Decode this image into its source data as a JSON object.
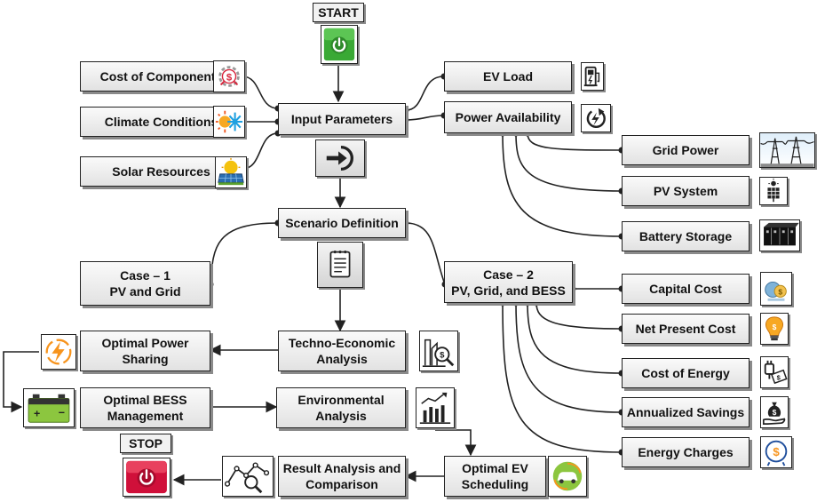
{
  "start": {
    "label": "START"
  },
  "stop": {
    "label": "STOP"
  },
  "nodes": {
    "cost_of_components": "Cost of Components",
    "climate_conditions": "Climate Conditions",
    "solar_resources": "Solar Resources",
    "input_parameters": "Input Parameters",
    "ev_load": "EV Load",
    "power_availability": "Power Availability",
    "grid_power": "Grid Power",
    "pv_system": "PV System",
    "battery_storage": "Battery Storage",
    "scenario_definition": "Scenario Definition",
    "case1": "Case – 1\nPV and Grid",
    "case2": "Case – 2\nPV, Grid, and BESS",
    "capital_cost": "Capital Cost",
    "net_present_cost": "Net Present Cost",
    "cost_of_energy": "Cost of Energy",
    "annualized_savings": "Annualized Savings",
    "energy_charges": "Energy Charges",
    "techno_economic": "Techno-Economic\nAnalysis",
    "optimal_power_sharing": "Optimal Power\nSharing",
    "optimal_bess": "Optimal BESS\nManagement",
    "environmental": "Environmental\nAnalysis",
    "optimal_ev": "Optimal EV\nScheduling",
    "result_analysis": "Result Analysis and\nComparison"
  },
  "icons": {
    "start": "power-on-icon",
    "stop": "power-off-icon",
    "cost_of_components": "gear-dollar-icon",
    "climate_conditions": "sun-snowflake-icon",
    "solar_resources": "solar-panel-icon",
    "ev_load": "ev-charger-icon",
    "power_availability": "power-refresh-icon",
    "grid_power": "transmission-tower-icon",
    "pv_system": "pv-panel-icon",
    "battery_storage": "battery-rack-icon",
    "input_arrow": "arrow-enter-icon",
    "scenario": "document-icon",
    "capital_cost": "coins-icon",
    "net_present_cost": "lightbulb-icon",
    "cost_of_energy": "plug-money-icon",
    "annualized_savings": "money-bag-hand-icon",
    "energy_charges": "dollar-plug-icon",
    "techno_economic": "analysis-magnifier-icon",
    "optimal_power_sharing": "lightning-icon",
    "optimal_bess": "battery-icon",
    "environmental": "factory-chart-icon",
    "optimal_ev": "ev-scheduling-icon",
    "result_analysis": "line-chart-search-icon"
  },
  "colors": {
    "start_green": "#3aa935",
    "stop_red": "#d0103a",
    "battery_green": "#8cc63f",
    "lightning_orange": "#f7941d"
  }
}
